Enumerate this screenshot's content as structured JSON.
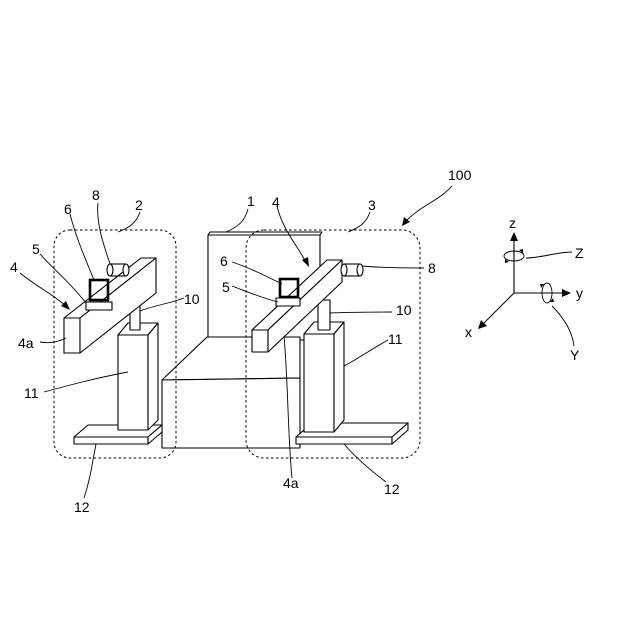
{
  "labels": {
    "system": "100",
    "base": "1",
    "robot_left": "2",
    "robot_right": "3",
    "arm_left": "4",
    "arm_right": "4",
    "arm_tip_left": "4a",
    "arm_tip_right": "4a",
    "hand_left": "5",
    "hand_right": "5",
    "camera_left": "6",
    "camera_right": "6",
    "sensor_left": "8",
    "sensor_right": "8",
    "joint_left": "10",
    "joint_right": "10",
    "column_left": "11",
    "column_right": "11",
    "plate_left": "12",
    "plate_right": "12"
  },
  "axes": {
    "x": "x",
    "y": "y",
    "z": "z",
    "rot_z": "Z",
    "rot_y": "Y"
  }
}
